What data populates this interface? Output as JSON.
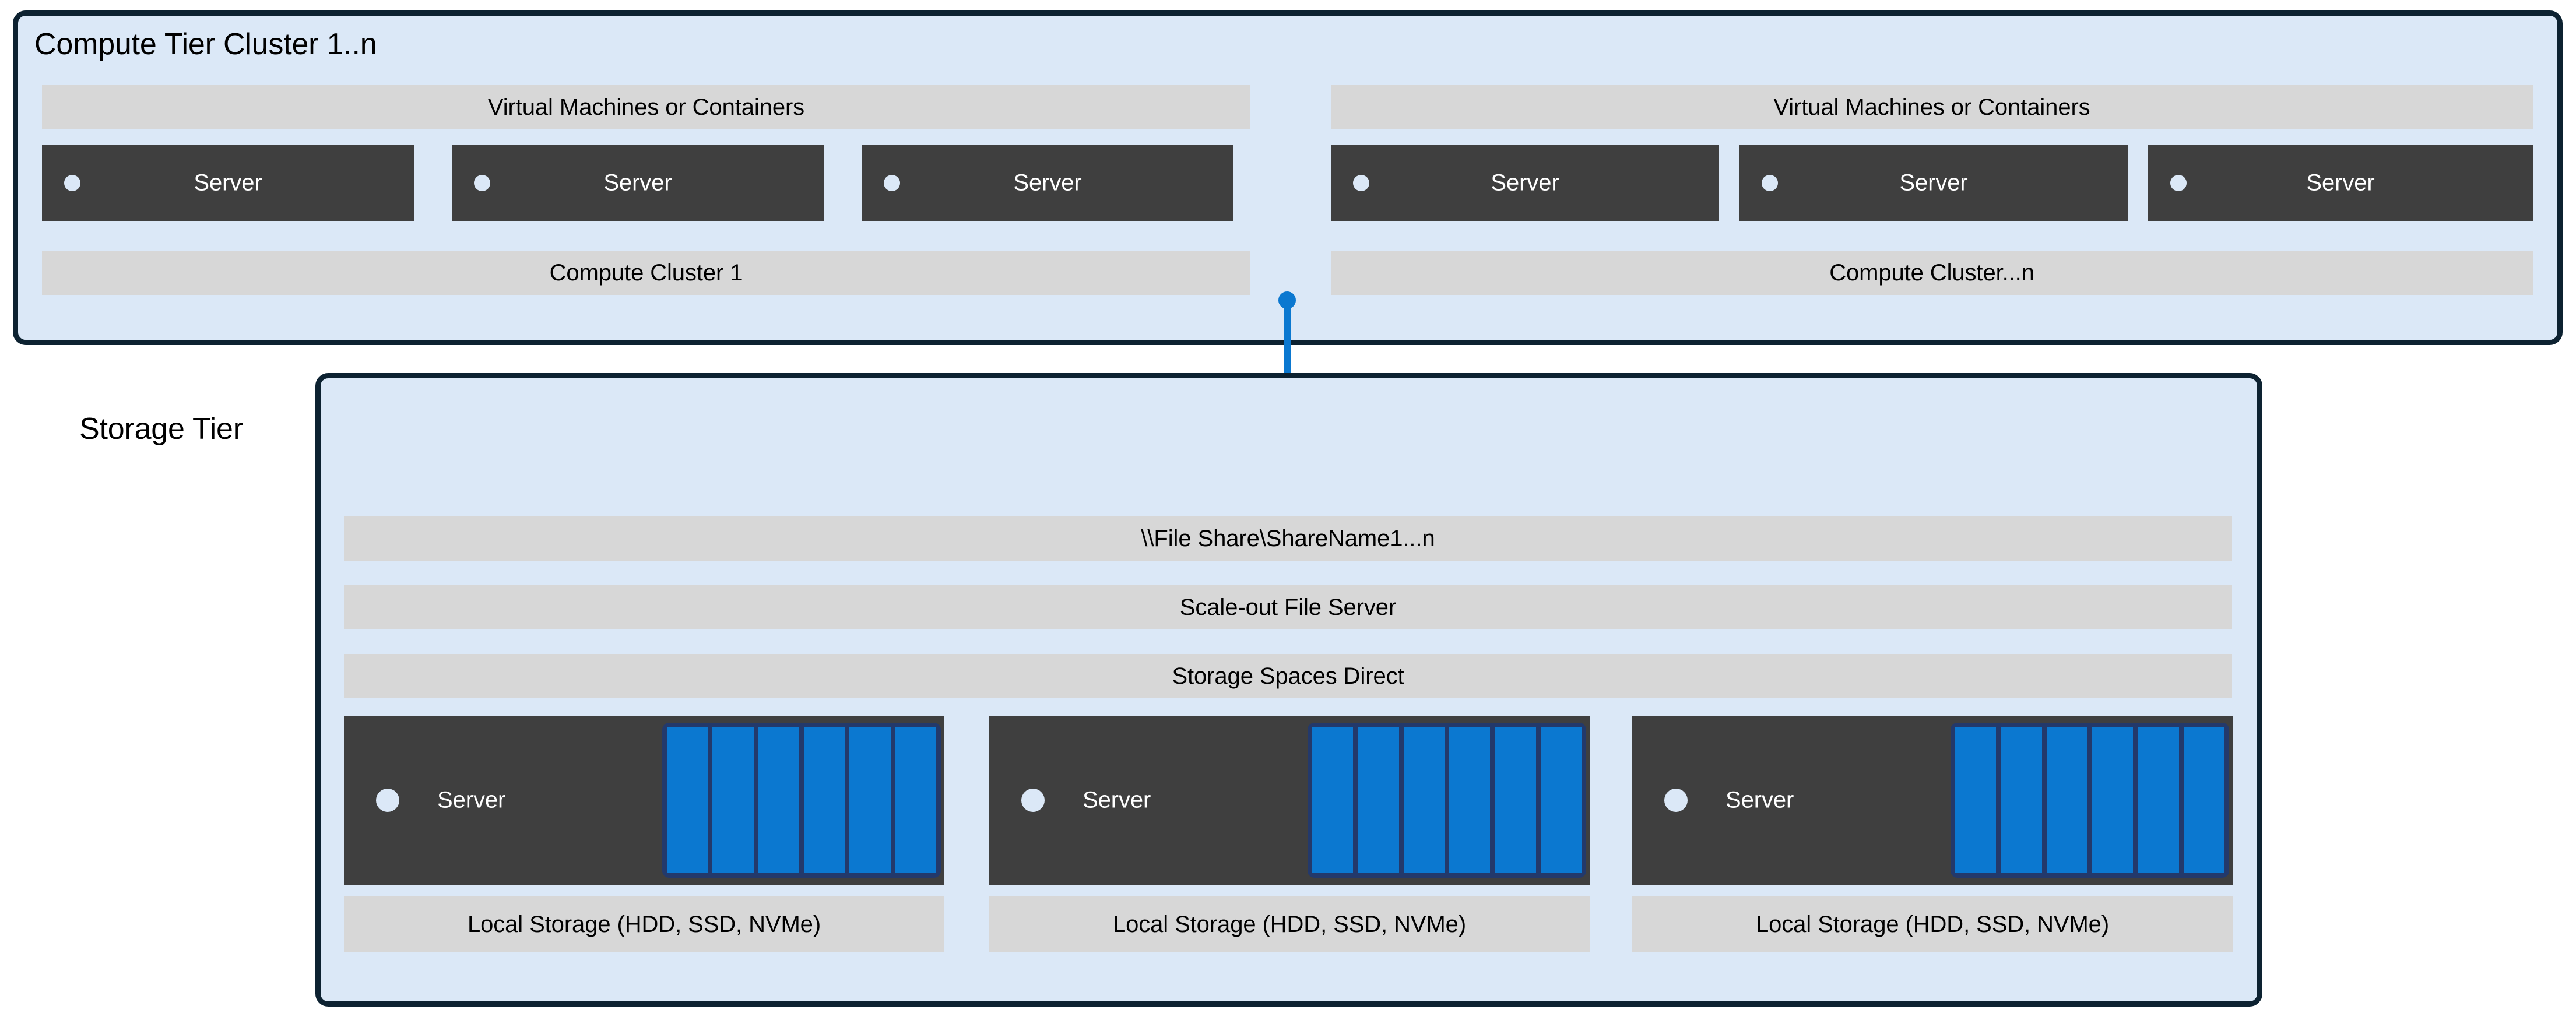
{
  "diagram": {
    "title_compute": "Compute Tier Cluster 1..n",
    "title_storage": "Storage Tier",
    "colors": {
      "panel_fill": "#dbe8f7",
      "panel_border": "#0d2231",
      "bar_fill": "#d7d7d7",
      "server_fill": "#3f3f3f",
      "accent_blue": "#0b78d0",
      "disk_frame": "#23396b",
      "led": "#dbe8f7",
      "text_light": "#ffffff",
      "text_dark": "#000000"
    }
  },
  "compute_tier": {
    "title": "Compute Tier Cluster 1..n",
    "clusters": [
      {
        "header": "Virtual Machines or Containers",
        "footer": "Compute Cluster 1",
        "servers": [
          {
            "label": "Server"
          },
          {
            "label": "Server"
          },
          {
            "label": "Server"
          }
        ]
      },
      {
        "header": "Virtual Machines or Containers",
        "footer": "Compute Cluster...n",
        "servers": [
          {
            "label": "Server"
          },
          {
            "label": "Server"
          },
          {
            "label": "Server"
          }
        ]
      }
    ]
  },
  "connector": {
    "icon": "folder-icon",
    "top_endpoint": "compute-tier",
    "bottom_endpoint": "file-share-folder"
  },
  "storage_tier": {
    "title": "Storage Tier",
    "layers": [
      {
        "label": "\\\\File Share\\ShareName1...n"
      },
      {
        "label": "Scale-out File Server"
      },
      {
        "label": "Storage Spaces Direct"
      }
    ],
    "nodes": [
      {
        "server_label": "Server",
        "storage_label": "Local Storage (HDD, SSD, NVMe)",
        "disk_count": 6
      },
      {
        "server_label": "Server",
        "storage_label": "Local Storage (HDD, SSD, NVMe)",
        "disk_count": 6
      },
      {
        "server_label": "Server",
        "storage_label": "Local Storage (HDD, SSD, NVMe)",
        "disk_count": 6
      }
    ]
  }
}
